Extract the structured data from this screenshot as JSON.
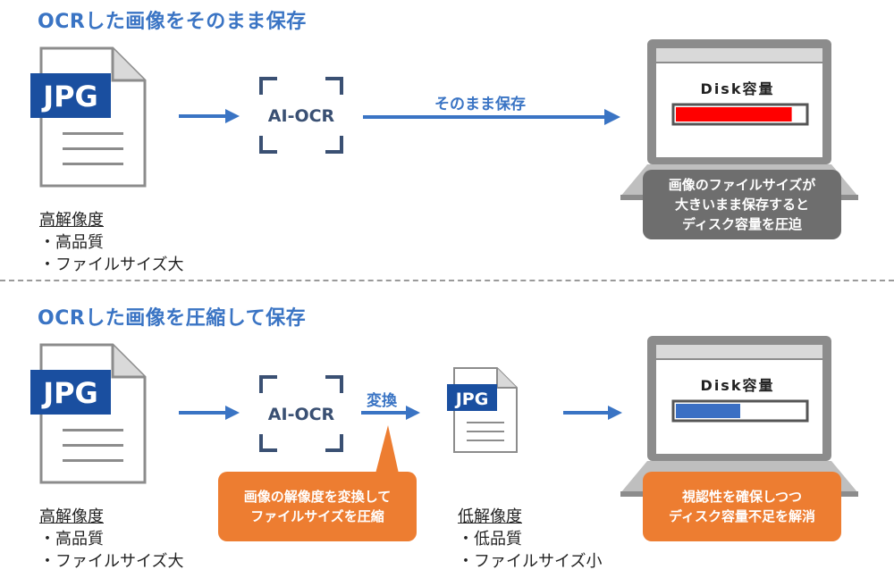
{
  "section_top": {
    "title": "OCRした画像をそのまま保存",
    "file_label": "JPG",
    "ocr_label": "AI-OCR",
    "arrow_label": "そのまま保存",
    "disk_label": "Disk容量",
    "disk_fill_fraction": 0.9,
    "disk_fill_color": "#ff0000",
    "bubble_lines": [
      "画像のファイルサイズが",
      "大きいまま保存すると",
      "ディスク容量を圧迫"
    ],
    "desc_head": "高解像度",
    "desc_items": [
      "・高品質",
      "・ファイルサイズ大"
    ]
  },
  "section_bottom": {
    "title": "OCRした画像を圧縮して保存",
    "file_label": "JPG",
    "ocr_label": "AI-OCR",
    "arrow_label": "変換",
    "small_file_label": "JPG",
    "disk_label": "Disk容量",
    "disk_fill_fraction": 0.5,
    "disk_fill_color": "#3a6fc4",
    "bubble_convert_lines": [
      "画像の解像度を変換して",
      "ファイルサイズを圧縮"
    ],
    "bubble_disk_lines": [
      "視認性を確保しつつ",
      "ディスク容量不足を解消"
    ],
    "desc_head": "高解像度",
    "desc_items": [
      "・高品質",
      "・ファイルサイズ大"
    ],
    "small_desc_head": "低解像度",
    "small_desc_items": [
      "・低品質",
      "・ファイルサイズ小"
    ]
  },
  "colors": {
    "accent": "#3a74c4",
    "badge": "#1a4fa0",
    "orange": "#ed7d31",
    "gray_bubble": "#6e6e6e"
  }
}
